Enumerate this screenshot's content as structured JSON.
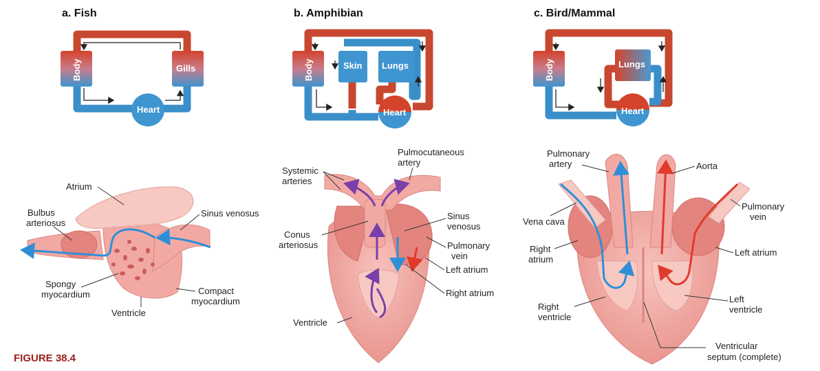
{
  "panels": {
    "a": {
      "title": "a.  Fish",
      "box_body": "Body",
      "box_gills": "Gills",
      "heart": "Heart"
    },
    "b": {
      "title": "b.  Amphibian",
      "box_body": "Body",
      "box_skin": "Skin",
      "box_lungs": "Lungs",
      "heart": "Heart"
    },
    "c": {
      "title": "c.  Bird/Mammal",
      "box_body": "Body",
      "box_lungs": "Lungs",
      "heart": "Heart"
    }
  },
  "fish_heart_labels": {
    "atrium": "Atrium",
    "bulbus_1": "Bulbus",
    "bulbus_2": "arteriosus",
    "sinus_venosus": "Sinus venosus",
    "spongy_1": "Spongy",
    "spongy_2": "myocardium",
    "compact_1": "Compact",
    "compact_2": "myocardium",
    "ventricle": "Ventricle"
  },
  "amphibian_heart_labels": {
    "systemic_1": "Systemic",
    "systemic_2": "arteries",
    "pulmocutaneous_1": "Pulmocutaneous",
    "pulmocutaneous_2": "artery",
    "conus_1": "Conus",
    "conus_2": "arteriosus",
    "sinus_1": "Sinus",
    "sinus_2": "venosus",
    "pulm_vein_1": "Pulmonary",
    "pulm_vein_2": "vein",
    "left_atrium": "Left atrium",
    "right_atrium": "Right atrium",
    "ventricle": "Ventricle"
  },
  "mammal_heart_labels": {
    "pulm_artery_1": "Pulmonary",
    "pulm_artery_2": "artery",
    "aorta": "Aorta",
    "vena_cava": "Vena cava",
    "pulm_vein_1": "Pulmonary",
    "pulm_vein_2": "vein",
    "right_atrium_1": "Right",
    "right_atrium_2": "atrium",
    "left_atrium": "Left atrium",
    "right_ventricle_1": "Right",
    "right_ventricle_2": "ventricle",
    "left_ventricle_1": "Left",
    "left_ventricle_2": "ventricle",
    "septum_1": "Ventricular",
    "septum_2": "septum (complete)"
  },
  "figure_caption": "FIGURE 38.4",
  "colors": {
    "oxygen_poor": "#3a8fc9",
    "oxygen_rich": "#c8472f",
    "caption": "#9b1c1c",
    "tissue": "#f2a9a4"
  }
}
